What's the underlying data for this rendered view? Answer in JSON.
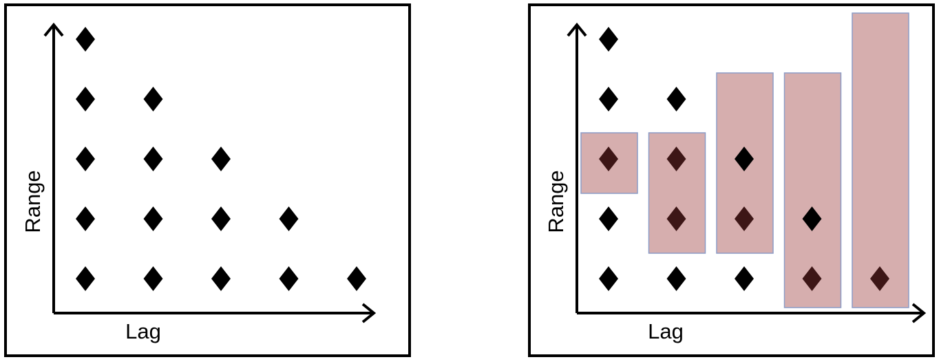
{
  "panels": [
    {
      "id": "left",
      "xlabel": "Lag",
      "ylabel": "Range",
      "points": [
        {
          "lag": 1,
          "range": 1
        },
        {
          "lag": 2,
          "range": 1
        },
        {
          "lag": 3,
          "range": 1
        },
        {
          "lag": 4,
          "range": 1
        },
        {
          "lag": 5,
          "range": 1
        },
        {
          "lag": 1,
          "range": 2
        },
        {
          "lag": 2,
          "range": 2
        },
        {
          "lag": 3,
          "range": 2
        },
        {
          "lag": 4,
          "range": 2
        },
        {
          "lag": 1,
          "range": 3
        },
        {
          "lag": 2,
          "range": 3
        },
        {
          "lag": 3,
          "range": 3
        },
        {
          "lag": 1,
          "range": 4
        },
        {
          "lag": 2,
          "range": 4
        },
        {
          "lag": 1,
          "range": 5
        }
      ],
      "highlights": []
    },
    {
      "id": "right",
      "xlabel": "Lag",
      "ylabel": "Range",
      "points": [
        {
          "lag": 1,
          "range": 1
        },
        {
          "lag": 2,
          "range": 1
        },
        {
          "lag": 3,
          "range": 1
        },
        {
          "lag": 4,
          "range": 1,
          "highlighted": true
        },
        {
          "lag": 5,
          "range": 1,
          "highlighted": true
        },
        {
          "lag": 1,
          "range": 2
        },
        {
          "lag": 2,
          "range": 2,
          "highlighted": true
        },
        {
          "lag": 3,
          "range": 2,
          "highlighted": true
        },
        {
          "lag": 4,
          "range": 2
        },
        {
          "lag": 1,
          "range": 3,
          "highlighted": true
        },
        {
          "lag": 2,
          "range": 3,
          "highlighted": true
        },
        {
          "lag": 3,
          "range": 3
        },
        {
          "lag": 1,
          "range": 4
        },
        {
          "lag": 2,
          "range": 4
        },
        {
          "lag": 1,
          "range": 5
        }
      ],
      "highlights": [
        {
          "lag": 1,
          "range_from": 3,
          "range_to": 3
        },
        {
          "lag": 2,
          "range_from": 2,
          "range_to": 3
        },
        {
          "lag": 3,
          "range_from": 2,
          "range_to": 4
        },
        {
          "lag": 4,
          "range_from": 1,
          "range_to": 4
        },
        {
          "lag": 5,
          "range_from": 1,
          "range_to": 5
        }
      ]
    }
  ],
  "colors": {
    "marker": "#000000",
    "marker_highlighted": "#3d1616",
    "highlight_fill": "#d6aeae",
    "highlight_stroke": "#8b9bc6",
    "frame": "#000000"
  }
}
